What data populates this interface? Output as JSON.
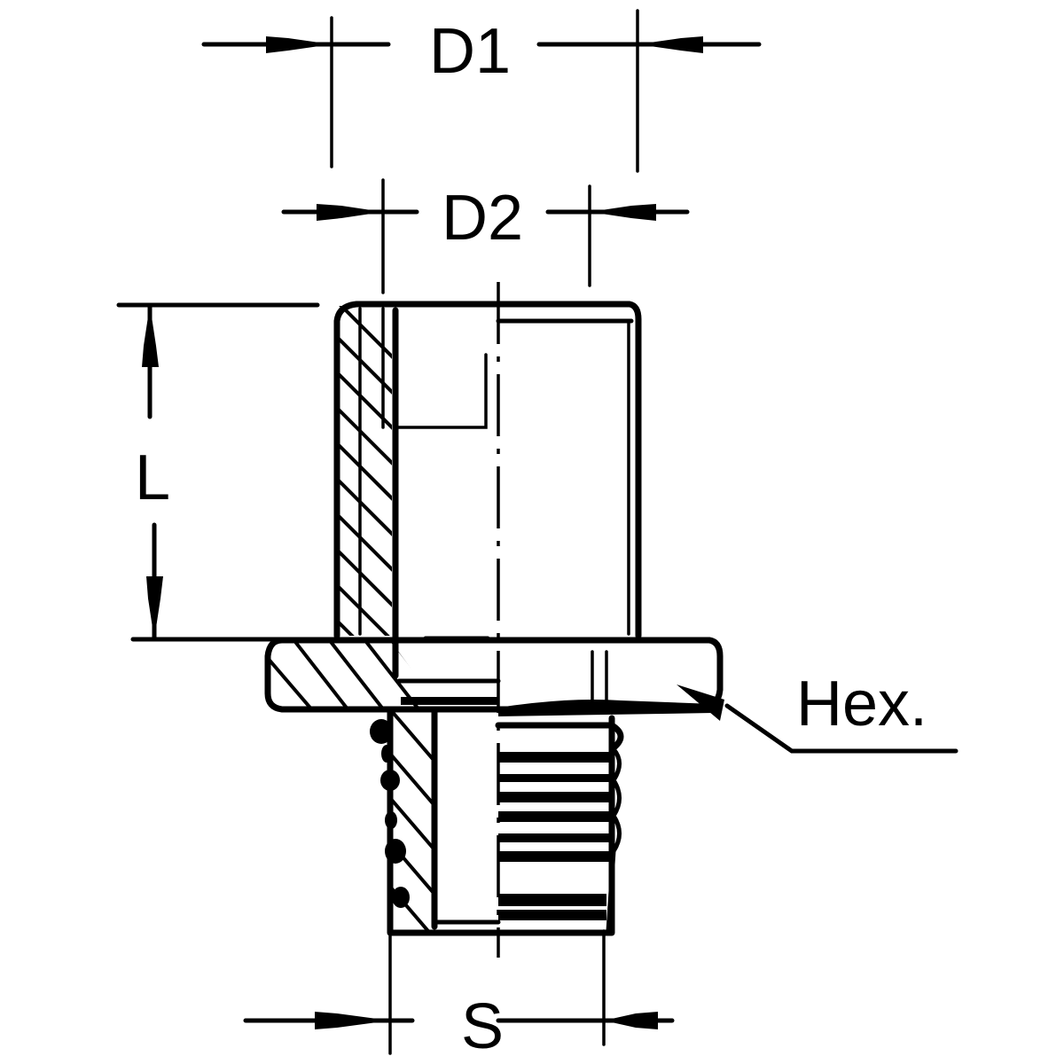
{
  "diagram": {
    "type": "technical-drawing",
    "subject": "threaded pipe fitting (half section)",
    "colors": {
      "line": "#000000",
      "background": "#ffffff"
    },
    "dimensions": {
      "d1": {
        "label": "D1"
      },
      "d2": {
        "label": "D2"
      },
      "length": {
        "label": "L"
      },
      "s": {
        "label": "S"
      },
      "hex": {
        "label": "Hex."
      }
    }
  }
}
